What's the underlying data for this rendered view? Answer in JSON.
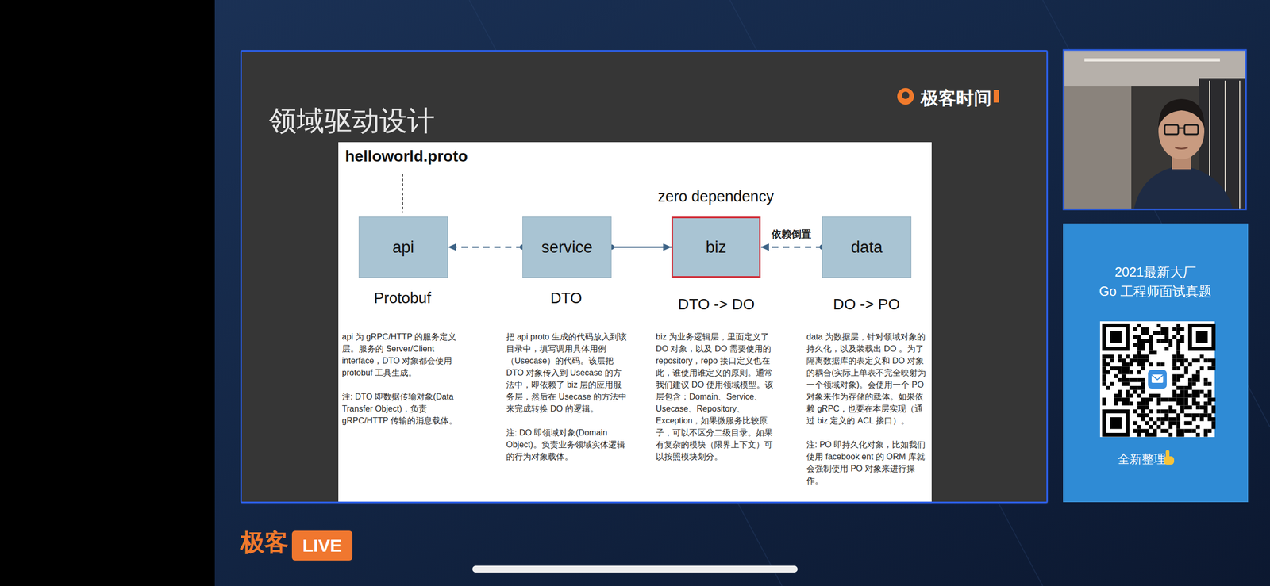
{
  "diagram": {
    "nodes": [
      {
        "text": [
          "领域驱动设计",
          "极客时间"
        ]
      },
      {
        "text": [
          "helloworld.proto",
          "zero dependency",
          "Protobuf",
          "DTO",
          "DTO -> DO",
          "DO -> PO",
          "api 为 gRPC/HTTP 的服务定义层。服务的 Server/Client interface，DTO 对象都会使用 protobuf 工具生成。",
          "注: DTO 即数据传输对象(Data Transfer Object)，负责 gRPC/HTTP 传输的消息载体。",
          "把 api.proto 生成的代码放入到该目录中，填写调用具体用例（Usecase）的代码。该层把 DTO 对象传入到 Usecase 的方法中，即依赖了 biz 层的应用服务层，然后在 Usecase 的方法中来完成转换 DO 的逻辑。",
          "注: DO 即领域对象(Domain Object)。负责业务领域实体逻辑的行为对象载体。",
          "biz 为业务逻辑层，里面定义了 DO 对象，以及 DO 需要使用的 repository，repo 接口定义也在此，谁使用谁定义的原则。通常我们建议 DO 使用领域模型。该层包含：Domain、Service、Usecase、Repository、Exception，如果微服务比较原子，可以不区分二级目录。如果有复杂的模块（限界上下文）可以按照模块划分。",
          "data 为数据层，针对领域对象的持久化，以及装载出 DO 。为了隔离数据库的表定义和 DO 对象的耦合(实际上单表不完全映射为一个领域对象)。会使用一个 PO 对象来作为存储的载体。如果依赖 gRPC，也要在本层实现（通过 biz 定义的 ACL 接口）。",
          "注: PO 即持久化对象，比如我们使用 facebook ent 的 ORM 库就会强制使用 PO 对象来进行操作。"
        ],
        "in": 0
      },
      {
        "text": [
          "api"
        ],
        "in": 1
      },
      {
        "text": [
          "service"
        ],
        "in": 1
      },
      {
        "text": [
          "biz"
        ],
        "in": 1
      },
      {
        "text": [
          "data"
        ],
        "in": 1
      },
      {
        "text": [
          "2021最新大厂",
          "Go 工程师面试真题",
          "全新整理"
        ]
      },
      {
        "text": [
          "LIVE"
        ]
      }
    ],
    "edges": [
      {
        "from": 3,
        "to": 2,
        "arrow": "to"
      },
      {
        "from": 3,
        "to": 4,
        "arrow": "to"
      },
      {
        "from": 5,
        "to": 4,
        "arrow": "to",
        "label": "依赖倒置"
      }
    ],
    "labels": [
      "极客"
    ]
  }
}
